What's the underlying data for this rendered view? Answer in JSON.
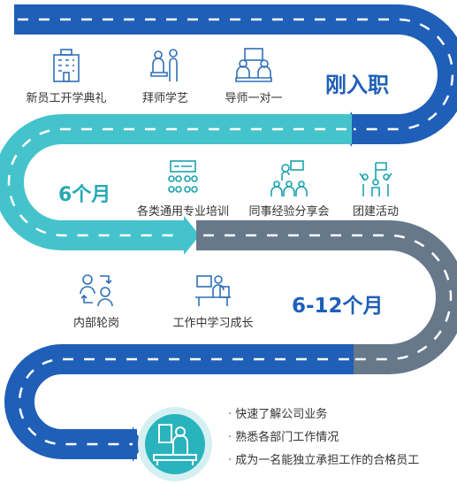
{
  "colors": {
    "road_dark_blue": "#1f5fb8",
    "road_teal": "#45c3cc",
    "road_gray": "#67788b",
    "icon_blue": "#2f6fb8",
    "icon_teal": "#1aa3ad",
    "label_text": "#333333"
  },
  "stages": [
    {
      "label": "刚入职",
      "color": "#1f5fb8"
    },
    {
      "label": "6个月",
      "color": "#26a9b5"
    },
    {
      "label": "6-12个月",
      "color": "#1f5fb8"
    }
  ],
  "items": [
    {
      "label": "新员工开学典礼",
      "icon": "building-icon"
    },
    {
      "label": "拜师学艺",
      "icon": "mentor-icon"
    },
    {
      "label": "导师一对一",
      "icon": "one-on-one-icon"
    },
    {
      "label": "各类通用专业培训",
      "icon": "training-icon"
    },
    {
      "label": "同事经验分享会",
      "icon": "sharing-icon"
    },
    {
      "label": "团建活动",
      "icon": "team-flag-icon"
    },
    {
      "label": "内部轮岗",
      "icon": "rotation-icon"
    },
    {
      "label": "工作中学习成长",
      "icon": "desk-work-icon"
    }
  ],
  "outcome": {
    "icon": "worker-badge-icon",
    "bullets": [
      "快速了解公司业务",
      "熟悉各部门工作情况",
      "成为一名能独立承担工作的合格员工"
    ]
  }
}
